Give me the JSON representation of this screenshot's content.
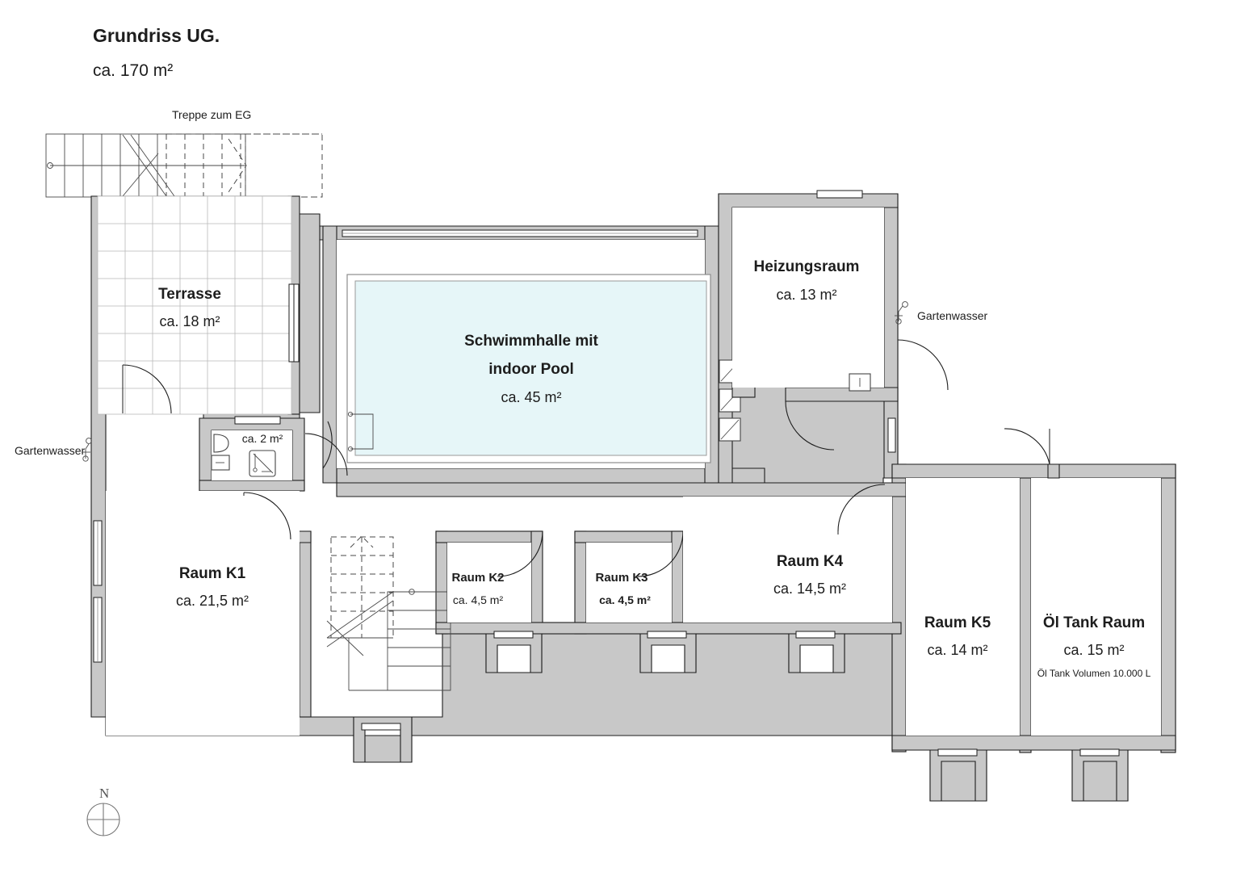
{
  "header": {
    "title": "Grundriss UG.",
    "area": "ca. 170 m²"
  },
  "annotations": {
    "stairs_to_ground": "Treppe zum EG",
    "garden_water_left": "Gartenwasser",
    "garden_water_right": "Gartenwasser",
    "compass_north": "N"
  },
  "rooms": [
    {
      "id": "terrasse",
      "name": "Terrasse",
      "area": "ca. 18 m²"
    },
    {
      "id": "pool",
      "name_line1": "Schwimmhalle mit",
      "name_line2": "indoor Pool",
      "area": "ca. 45 m²"
    },
    {
      "id": "heizungsraum",
      "name": "Heizungsraum",
      "area": "ca. 13 m²"
    },
    {
      "id": "wc",
      "name": "",
      "area": "ca. 2 m²"
    },
    {
      "id": "k1",
      "name": "Raum K1",
      "area": "ca. 21,5 m²"
    },
    {
      "id": "k2",
      "name": "Raum K2",
      "area": "ca. 4,5 m²"
    },
    {
      "id": "k3",
      "name": "Raum K3",
      "area": "ca. 4,5 m²"
    },
    {
      "id": "k4",
      "name": "Raum K4",
      "area": "ca. 14,5 m²"
    },
    {
      "id": "k5",
      "name": "Raum K5",
      "area": "ca. 14 m²"
    },
    {
      "id": "oeltank",
      "name": "Öl Tank Raum",
      "area": "ca. 15 m²",
      "note": "Öl Tank Volumen 10.000 L"
    }
  ],
  "colors": {
    "wall_fill": "#c8c8c8",
    "wall_stroke": "#1d1d1d",
    "pool_water": "#e6f6f8",
    "text": "#1d1d1d",
    "background": "#ffffff"
  },
  "chart_data": {
    "type": "table",
    "title": "Grundriss UG.",
    "total_area": "ca. 170 m²",
    "categories": [
      "Terrasse",
      "Schwimmhalle mit indoor Pool",
      "Heizungsraum",
      "WC",
      "Raum K1",
      "Raum K2",
      "Raum K3",
      "Raum K4",
      "Raum K5",
      "Öl Tank Raum"
    ],
    "values": [
      18,
      45,
      13,
      2,
      21.5,
      4.5,
      4.5,
      14.5,
      14,
      15
    ],
    "ylabel": "m²"
  }
}
